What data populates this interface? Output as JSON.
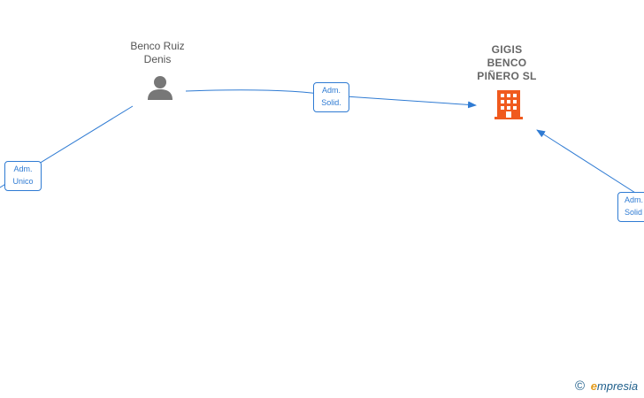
{
  "person": {
    "name_line1": "Benco Ruiz",
    "name_line2": "Denis",
    "icon": "person-icon"
  },
  "company": {
    "name_line1": "GIGIS",
    "name_line2": "BENCO",
    "name_line3": "PIÑERO  SL",
    "icon": "building-icon",
    "icon_color": "#f05a1e"
  },
  "edges": [
    {
      "line1": "Adm.",
      "line2": "Unico"
    },
    {
      "line1": "Adm.",
      "line2": "Solid."
    },
    {
      "line1": "Adm.",
      "line2": "Solid"
    }
  ],
  "colors": {
    "edge": "#2f7bd3",
    "person_icon": "#777777"
  },
  "footer": {
    "copyright_symbol": "©",
    "brand_initial": "e",
    "brand_rest": "mpresia"
  }
}
